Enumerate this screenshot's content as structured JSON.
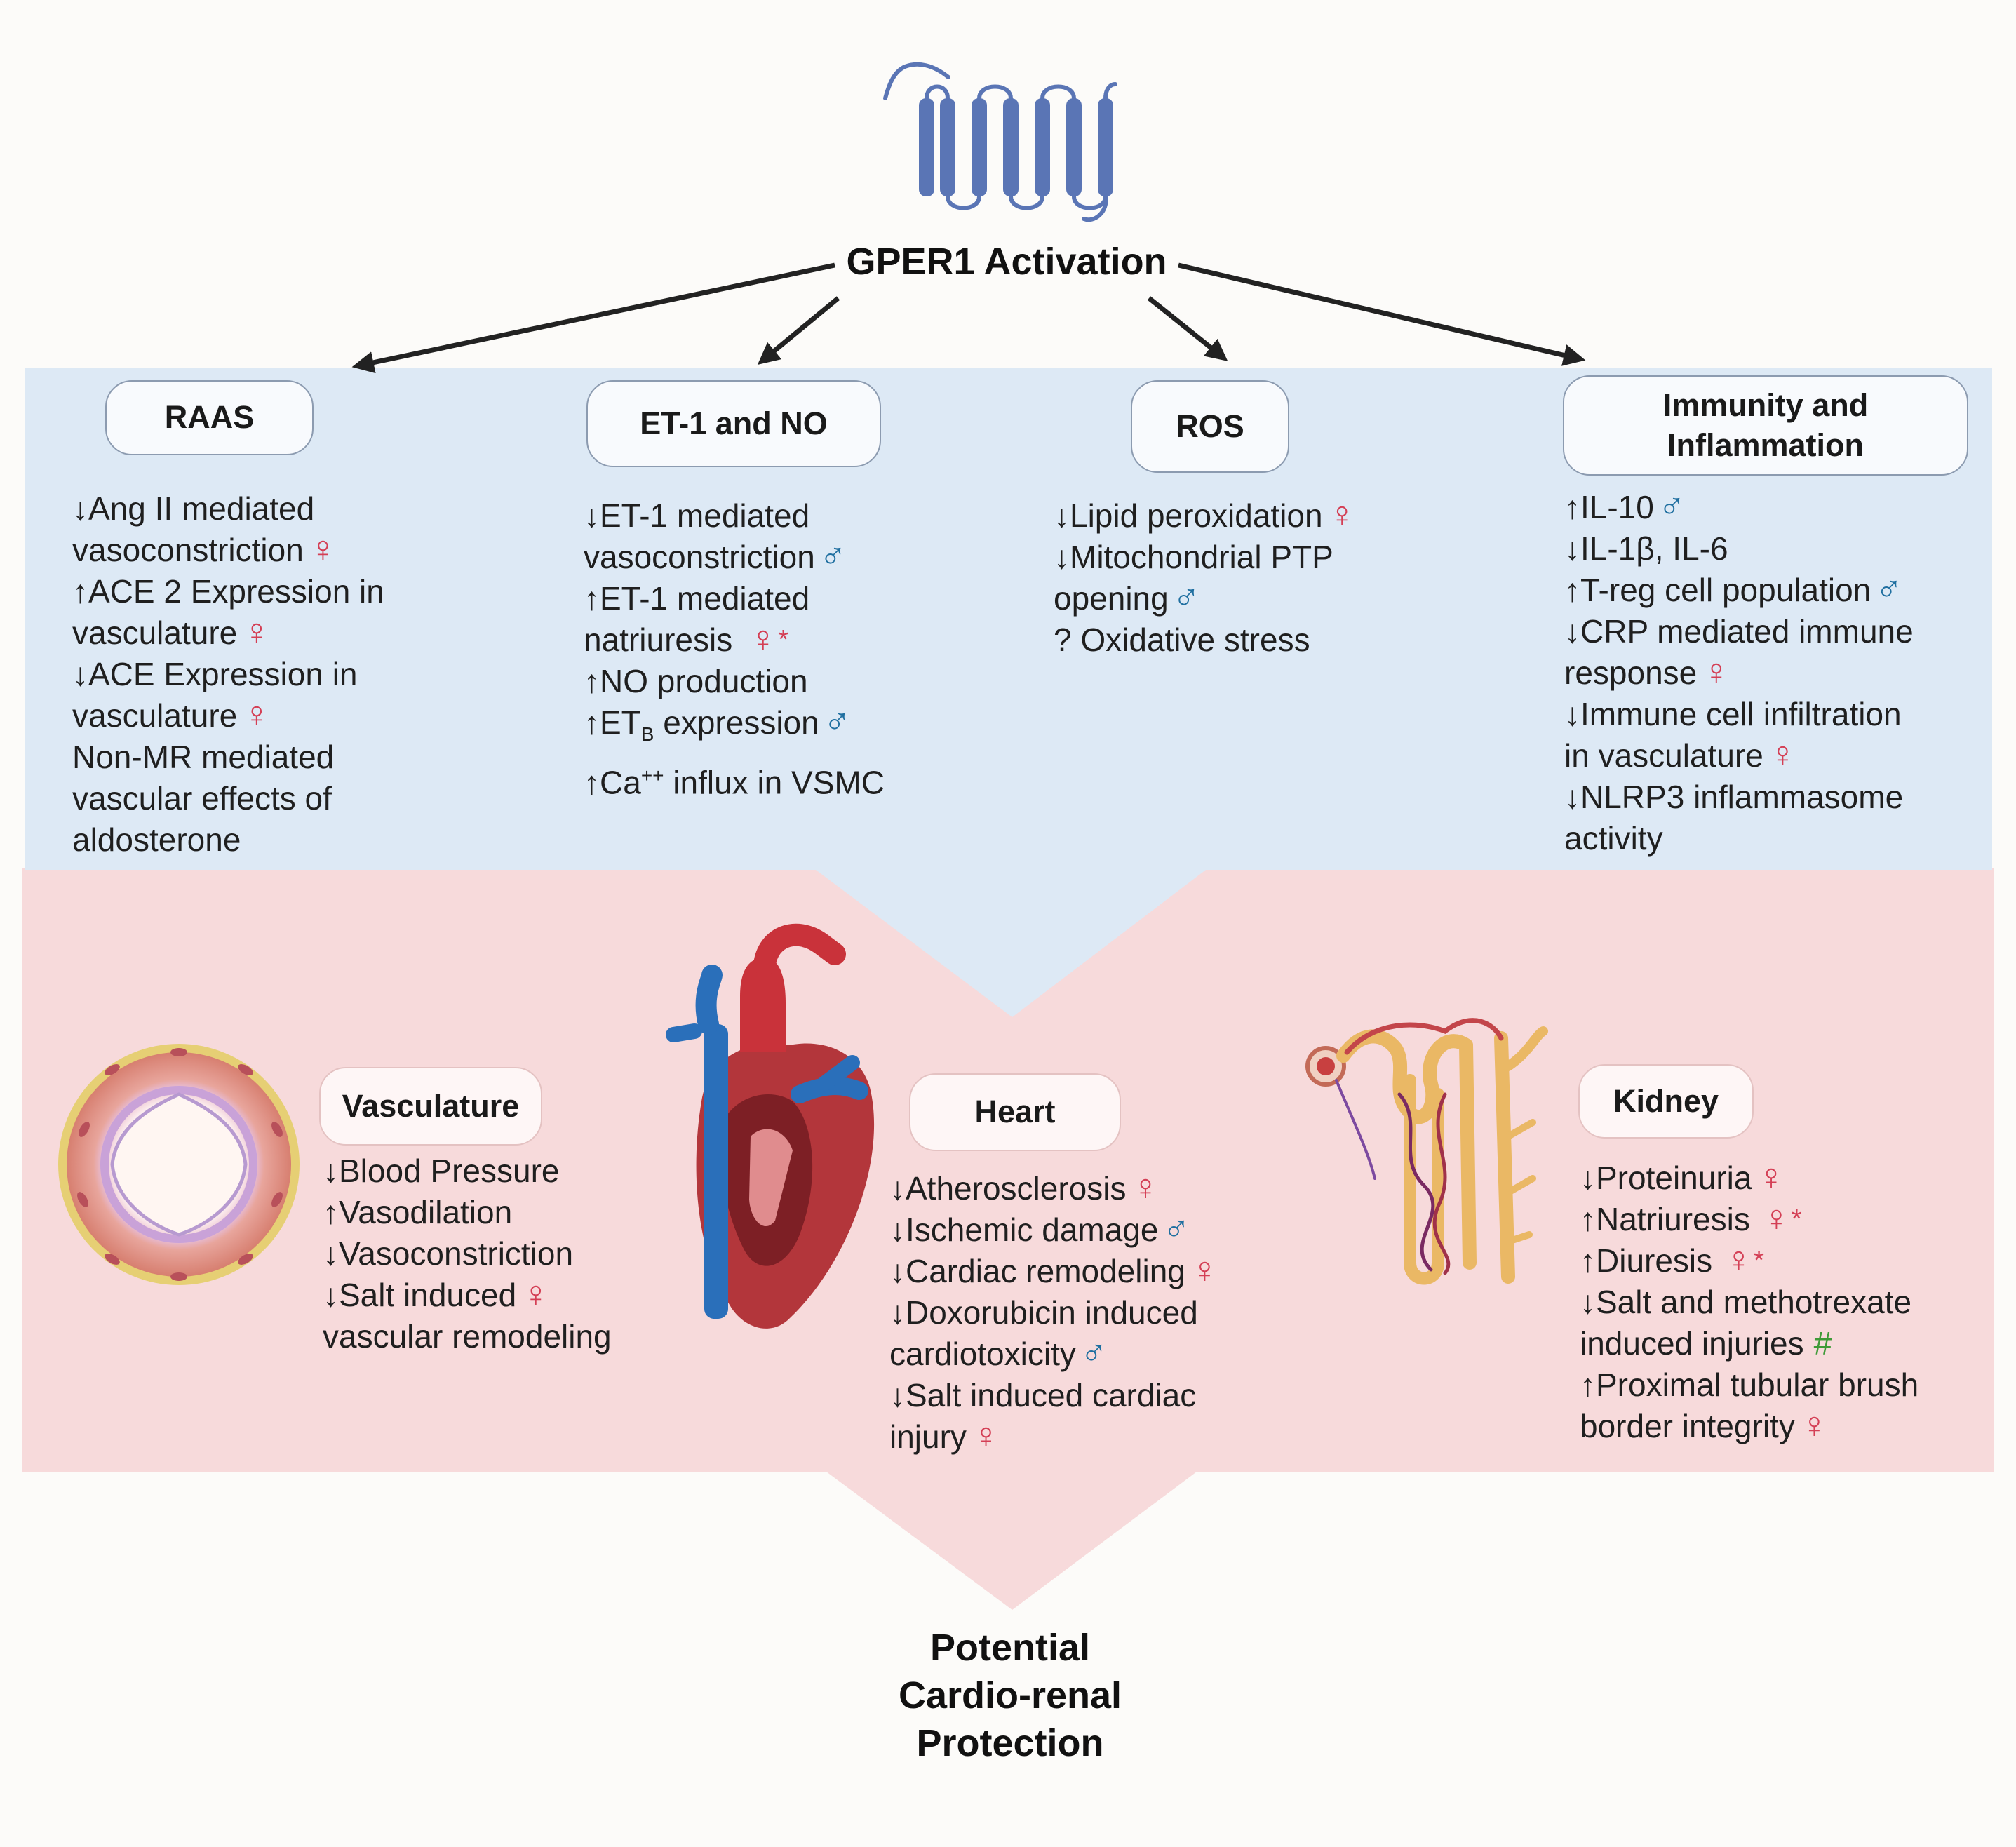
{
  "colors": {
    "page_background": "#fcfbf9",
    "top_band": "#dde9f5",
    "bottom_band": "#f7dadb",
    "female_symbol": "#d43f55",
    "male_symbol": "#1f6fa0",
    "hash_symbol": "#3e9a37",
    "receptor_blue": "#5a75b5"
  },
  "icons": [
    "gper1-receptor-icon",
    "blood-vessel-icon",
    "heart-icon",
    "nephron-icon"
  ],
  "header": {
    "title": "GPER1 Activation"
  },
  "symbols": {
    "female": "♀",
    "male": "♂",
    "star": "*",
    "hash": "#"
  },
  "mechanisms": {
    "raas": {
      "title": "RAAS",
      "lines": [
        "↓Ang II mediated",
        "vasoconstriction",
        "↑ACE 2 Expression in",
        "vasculature",
        "↓ACE Expression in",
        "vasculature",
        "Non-MR mediated",
        "vascular effects of",
        "aldosterone"
      ]
    },
    "et1_no": {
      "title": "ET-1 and NO",
      "lines": [
        "↓ET-1 mediated",
        "vasoconstriction",
        "↑ET-1 mediated",
        "natriuresis",
        "↑NO production",
        "↑ET",
        "B",
        " expression",
        "↑Ca",
        "++",
        " influx in VSMC"
      ]
    },
    "ros": {
      "title": "ROS",
      "lines": [
        "↓Lipid peroxidation",
        "↓Mitochondrial PTP",
        "opening",
        "? Oxidative stress"
      ]
    },
    "immunity": {
      "title_line1": "Immunity and",
      "title_line2": "Inflammation",
      "lines": [
        "↑IL-10",
        "↓IL-1β, IL-6",
        "↑T-reg cell population",
        "↓CRP mediated immune",
        "response",
        "↓Immune cell infiltration",
        "in vasculature",
        "↓NLRP3 inflammasome",
        "activity"
      ]
    }
  },
  "organs": {
    "vasculature": {
      "title": "Vasculature",
      "lines": [
        "↓Blood Pressure",
        "↑Vasodilation",
        "↓Vasoconstriction",
        "↓Salt induced",
        "vascular remodeling"
      ]
    },
    "heart": {
      "title": "Heart",
      "lines": [
        "↓Atherosclerosis",
        "↓Ischemic damage",
        "↓Cardiac remodeling",
        "↓Doxorubicin induced",
        "cardiotoxicity",
        "↓Salt induced cardiac",
        "injury"
      ]
    },
    "kidney": {
      "title": "Kidney",
      "lines": [
        "↓Proteinuria",
        "↑Natriuresis",
        "↑Diuresis",
        "↓Salt and methotrexate",
        "induced injuries",
        "↑Proximal tubular brush",
        "border integrity"
      ]
    }
  },
  "outcome": {
    "line1": "Potential",
    "line2": "Cardio-renal",
    "line3": "Protection"
  }
}
